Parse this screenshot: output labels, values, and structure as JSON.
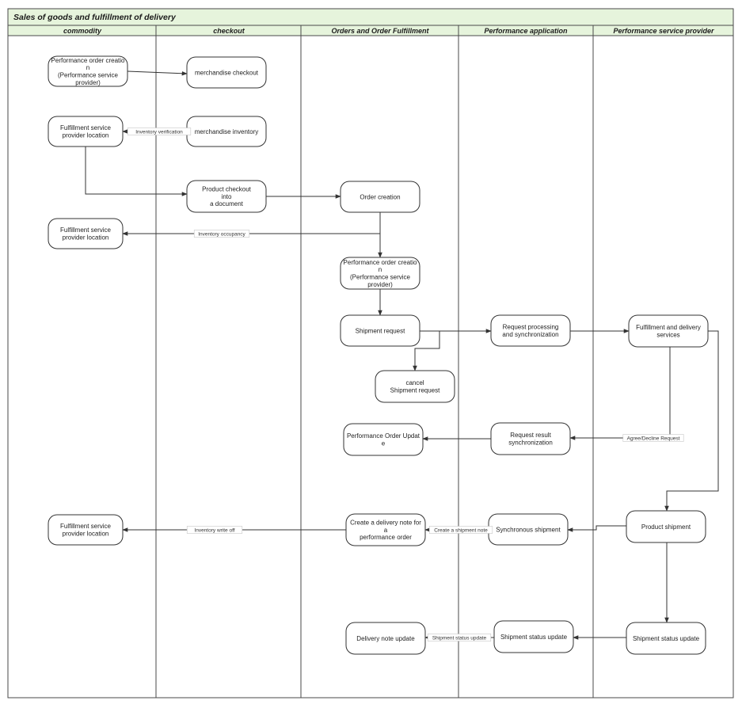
{
  "title": "Sales of goods and fulfillment of delivery",
  "colors": {
    "header_fill": "#e6f4dc",
    "border": "#4a4a4a",
    "line": "#333333"
  },
  "lanes": [
    {
      "id": "commodity",
      "label": "commodity"
    },
    {
      "id": "checkout",
      "label": "checkout"
    },
    {
      "id": "orders",
      "label": "Orders and Order Fulfillment"
    },
    {
      "id": "perf_app",
      "label": "Performance application"
    },
    {
      "id": "perf_provider",
      "label": "Performance service provider"
    }
  ],
  "nodes": [
    {
      "id": "n1",
      "lane": "commodity",
      "lines": [
        "Performance order creatio",
        "n",
        "(Performance service",
        "provider)"
      ]
    },
    {
      "id": "n2",
      "lane": "checkout",
      "lines": [
        "merchandise checkout"
      ]
    },
    {
      "id": "n3",
      "lane": "commodity",
      "lines": [
        "Fulfillment service",
        "provider location"
      ]
    },
    {
      "id": "n4",
      "lane": "checkout",
      "lines": [
        "merchandise inventory"
      ]
    },
    {
      "id": "n5",
      "lane": "checkout",
      "lines": [
        "Product checkout",
        "into",
        "a document"
      ]
    },
    {
      "id": "n6",
      "lane": "orders",
      "lines": [
        "Order creation"
      ]
    },
    {
      "id": "n7",
      "lane": "commodity",
      "lines": [
        "Fulfillment service",
        "provider location"
      ]
    },
    {
      "id": "n8",
      "lane": "orders",
      "lines": [
        "Performance order creatio",
        "n",
        "(Performance service",
        "provider)"
      ]
    },
    {
      "id": "n9",
      "lane": "orders",
      "lines": [
        "Shipment request"
      ]
    },
    {
      "id": "n10",
      "lane": "perf_app",
      "lines": [
        "Request processing",
        "and synchronization"
      ]
    },
    {
      "id": "n11",
      "lane": "perf_provider",
      "lines": [
        "Fulfillment and delivery",
        "services"
      ]
    },
    {
      "id": "n12",
      "lane": "orders",
      "lines": [
        "cancel",
        "Shipment request"
      ]
    },
    {
      "id": "n13",
      "lane": "orders",
      "lines": [
        "Performance Order Updat",
        "e"
      ]
    },
    {
      "id": "n14",
      "lane": "perf_app",
      "lines": [
        "Request result",
        "synchronization"
      ]
    },
    {
      "id": "n15",
      "lane": "commodity",
      "lines": [
        "Fulfillment service",
        "provider location"
      ]
    },
    {
      "id": "n16",
      "lane": "orders",
      "lines": [
        "Create a delivery note for",
        "a",
        "performance order"
      ]
    },
    {
      "id": "n17",
      "lane": "perf_app",
      "lines": [
        "Synchronous shipment"
      ]
    },
    {
      "id": "n18",
      "lane": "perf_provider",
      "lines": [
        "Product shipment"
      ]
    },
    {
      "id": "n19",
      "lane": "orders",
      "lines": [
        "Delivery note update"
      ]
    },
    {
      "id": "n20",
      "lane": "perf_app",
      "lines": [
        "Shipment status update"
      ]
    },
    {
      "id": "n21",
      "lane": "perf_provider",
      "lines": [
        "Shipment status update"
      ]
    }
  ],
  "edges": [
    {
      "id": "e1",
      "from": "n1",
      "to": "n2",
      "label": ""
    },
    {
      "id": "e2",
      "from": "n4",
      "to": "n3",
      "label": "Inventory verification"
    },
    {
      "id": "e3",
      "from": "n3",
      "to": "n5",
      "label": ""
    },
    {
      "id": "e4",
      "from": "n5",
      "to": "n6",
      "label": ""
    },
    {
      "id": "e5",
      "from": "n6",
      "to": "n7",
      "label": "Inventory occupancy"
    },
    {
      "id": "e6",
      "from": "n6",
      "to": "n8",
      "label": ""
    },
    {
      "id": "e7",
      "from": "n8",
      "to": "n9",
      "label": ""
    },
    {
      "id": "e8",
      "from": "n9",
      "to": "n10",
      "label": ""
    },
    {
      "id": "e9",
      "from": "n9",
      "to": "n12",
      "label": ""
    },
    {
      "id": "e10",
      "from": "n10",
      "to": "n11",
      "label": ""
    },
    {
      "id": "e11",
      "from": "n11",
      "to": "n14",
      "label": "Agree/Decline Request"
    },
    {
      "id": "e12",
      "from": "n14",
      "to": "n13",
      "label": ""
    },
    {
      "id": "e13",
      "from": "n11",
      "to": "n18",
      "label": ""
    },
    {
      "id": "e14",
      "from": "n18",
      "to": "n17",
      "label": ""
    },
    {
      "id": "e15",
      "from": "n17",
      "to": "n16",
      "label": "Create a shipment note"
    },
    {
      "id": "e16",
      "from": "n16",
      "to": "n15",
      "label": "Inventory write off"
    },
    {
      "id": "e17",
      "from": "n18",
      "to": "n21",
      "label": ""
    },
    {
      "id": "e18",
      "from": "n21",
      "to": "n20",
      "label": ""
    },
    {
      "id": "e19",
      "from": "n20",
      "to": "n19",
      "label": "Shipment status update"
    }
  ]
}
